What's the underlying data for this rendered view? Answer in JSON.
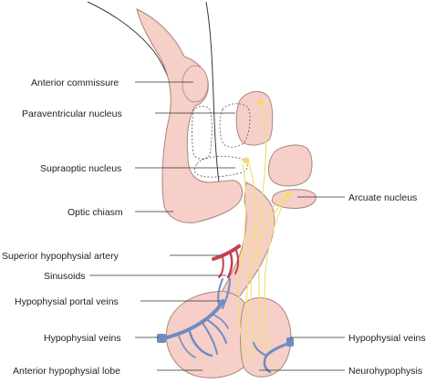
{
  "colors": {
    "tissue_fill": "#f6cfc8",
    "tissue_stroke": "#a8867e",
    "outline": "#3a3a3a",
    "nerve_fiber": "#f0e07a",
    "neuron_body": "#f3dc6a",
    "artery": "#c2424d",
    "vein": "#6f8bc4",
    "leader_line": "#333333"
  },
  "labels": {
    "anterior_commissure": "Anterior commissure",
    "paraventricular_nucleus": "Paraventricular nucleus",
    "supraoptic_nucleus": "Supraoptic nucleus",
    "optic_chiasm": "Optic chiasm",
    "superior_hypophysial_artery": "Superior hypophysial artery",
    "sinusoids": "Sinusoids",
    "hypophysial_portal_veins": "Hypophysial portal veins",
    "hypophysial_veins_left": "Hypophysial veins",
    "anterior_hypophysial_lobe": "Anterior hypophysial lobe",
    "arcuate_nucleus": "Arcuate nucleus",
    "hypophysial_veins_right": "Hypophysial veins",
    "neurohypophysis": "Neurohypophysis"
  }
}
